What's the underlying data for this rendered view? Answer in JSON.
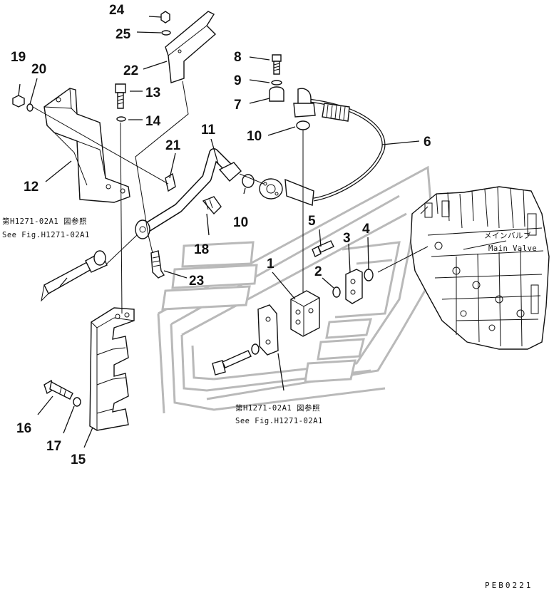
{
  "callouts": {
    "c1": "1",
    "c2": "2",
    "c3": "3",
    "c4": "4",
    "c5": "5",
    "c6": "6",
    "c7": "7",
    "c8": "8",
    "c9": "9",
    "c10a": "10",
    "c10b": "10",
    "c11": "11",
    "c12": "12",
    "c13": "13",
    "c14": "14",
    "c15": "15",
    "c16": "16",
    "c17": "17",
    "c18": "18",
    "c19": "19",
    "c20": "20",
    "c21": "21",
    "c22": "22",
    "c23": "23",
    "c24": "24",
    "c25": "25"
  },
  "references": {
    "left_jp": "第H1271-02A1 図参照",
    "left_en": "See Fig.H1271-02A1",
    "bottom_jp": "第H1271-02A1 図参照",
    "bottom_en": "See Fig.H1271-02A1",
    "main_valve_jp": "メインバルブ",
    "main_valve_en": "Main Valve"
  },
  "drawing_code": "PEB0221"
}
